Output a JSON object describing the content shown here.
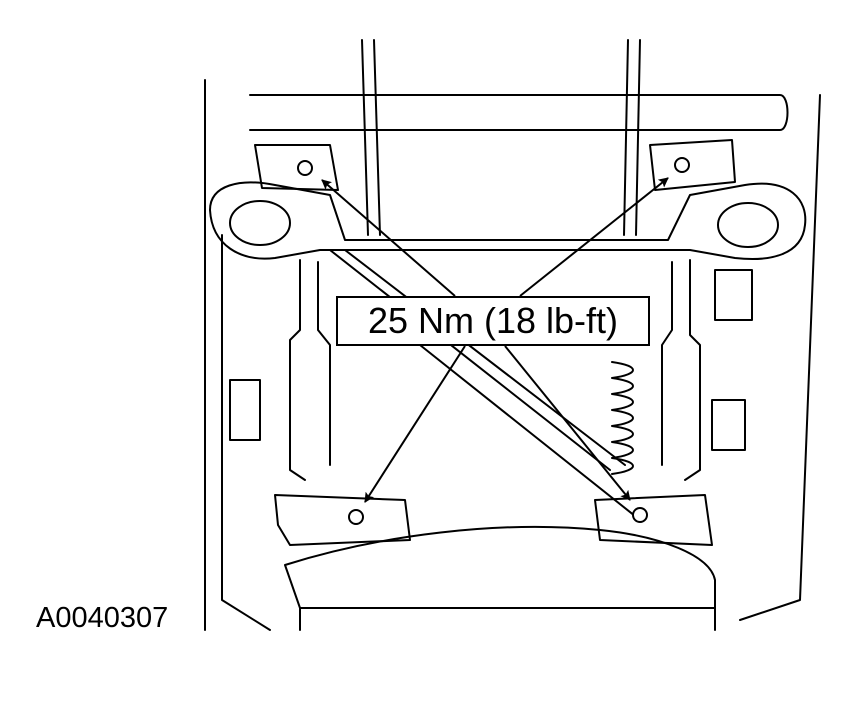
{
  "diagram": {
    "torque_spec": "25 Nm (18 lb-ft)",
    "figure_id": "A0040307",
    "callout_count": 4,
    "colors": {
      "line": "#000000",
      "background": "#ffffff"
    }
  }
}
